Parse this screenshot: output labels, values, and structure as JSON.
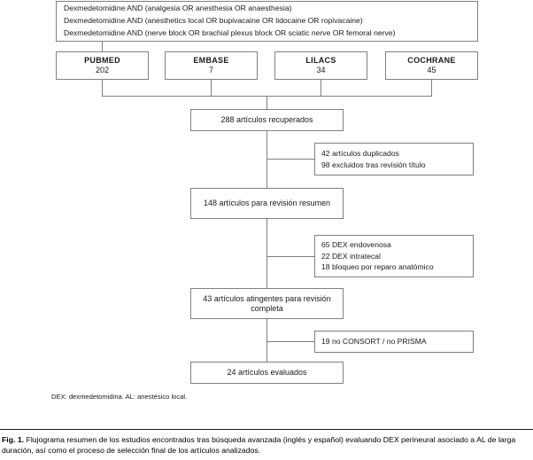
{
  "figure": {
    "search_query_box": {
      "lines": [
        "Dexmedetomidine AND (analgesia OR anesthesia OR anaesthesia)",
        "Dexmedetomidine AND (anesthetics local OR bupivacaine OR lidocaine OR ropivacaine)",
        "Dexmedetomidine AND (nerve block OR brachial plexus block OR sciatic nerve OR femoral nerve)"
      ],
      "text": "Dexmedetomidine AND (analgesia OR anesthesia OR anaesthesia)\nDexmedetomidine AND (anesthetics local OR bupivacaine OR lidocaine OR ropivacaine)\nDexmedetomidine AND (nerve block OR brachial plexus block OR sciatic nerve OR femoral nerve)"
    },
    "databases": [
      {
        "name": "PUBMED",
        "count": "202"
      },
      {
        "name": "EMBASE",
        "count": "7"
      },
      {
        "name": "LILACS",
        "count": "34"
      },
      {
        "name": "COCHRANE",
        "count": "45"
      }
    ],
    "main_steps": [
      {
        "label": "288 artículos recuperados"
      },
      {
        "label": "148 artículos para revisión resumen"
      },
      {
        "label": "43 artículos atingentes para revisión completa"
      },
      {
        "label": "24 artículos evaluados"
      }
    ],
    "exclusions": [
      {
        "lines": [
          "42 artículos duplicados",
          "98 excluidos tras revisión título"
        ],
        "text": "42 artículos duplicados\n98 excluidos tras revisión título"
      },
      {
        "lines": [
          "65 DEX endovenosa",
          "22 DEX intratecal",
          "18 bloqueo por reparo anatómico"
        ],
        "text": "65 DEX endovenosa\n22 DEX intratecal\n18 bloqueo por reparo anatómico"
      },
      {
        "lines": [
          "19 no CONSORT / no PRISMA"
        ],
        "text": "19 no CONSORT / no PRISMA"
      }
    ],
    "footnote": "DEX: dexmedetomidina. AL: anestésico local.",
    "caption": {
      "figure_number": "Fig. 1.",
      "text": "Flujograma resumen de los estudios encontrados tras búsqueda avanzada (inglés y español) evaluando DEX perineural asociado a AL de larga duración, así como el proceso de selección final de los artículos analizados."
    },
    "colors": {
      "box_border": "#808080",
      "connector": "#808080",
      "text": "#1a1a1a",
      "caption_rule": "#1a1a1a",
      "background": "#ffffff"
    }
  }
}
